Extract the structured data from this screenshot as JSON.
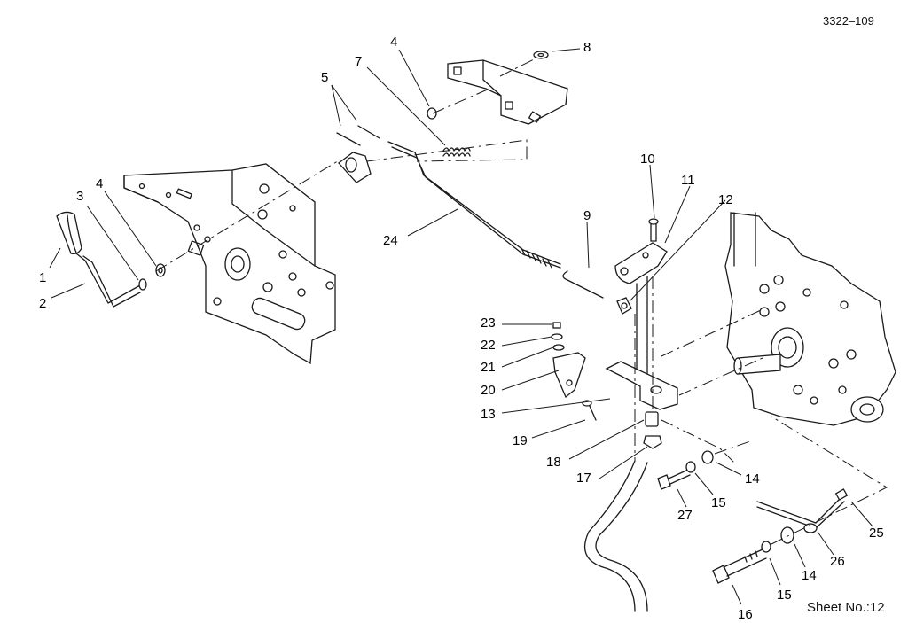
{
  "drawing_number": "3322–109",
  "sheet_label": "Sheet No.:12",
  "callouts": [
    "1",
    "2",
    "3",
    "4",
    "4",
    "5",
    "7",
    "8",
    "9",
    "10",
    "11",
    "12",
    "13",
    "14",
    "14",
    "15",
    "15",
    "16",
    "17",
    "18",
    "19",
    "20",
    "21",
    "22",
    "23",
    "24",
    "25",
    "26",
    "27"
  ]
}
